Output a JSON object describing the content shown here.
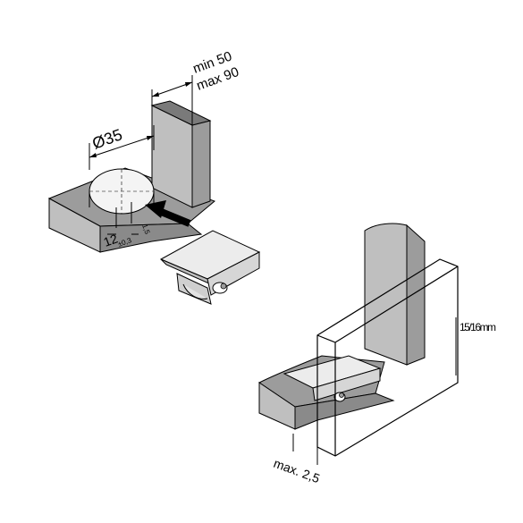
{
  "labels": {
    "diameter": "Ø35",
    "min_depth": "min 50",
    "max_depth": "max 90",
    "edge_distance": "12",
    "edge_tolerance": "±0,3",
    "small_offset": "1,5",
    "max_gap": "max. 2,5",
    "thickness": "15/16mm"
  },
  "colors": {
    "material": "#9c9c9c",
    "material_side": "#bfbfbf",
    "material_dark": "#7a7a7a",
    "bore": "#f4f4f4",
    "metal": "#d9d9d9",
    "line": "#000000"
  }
}
